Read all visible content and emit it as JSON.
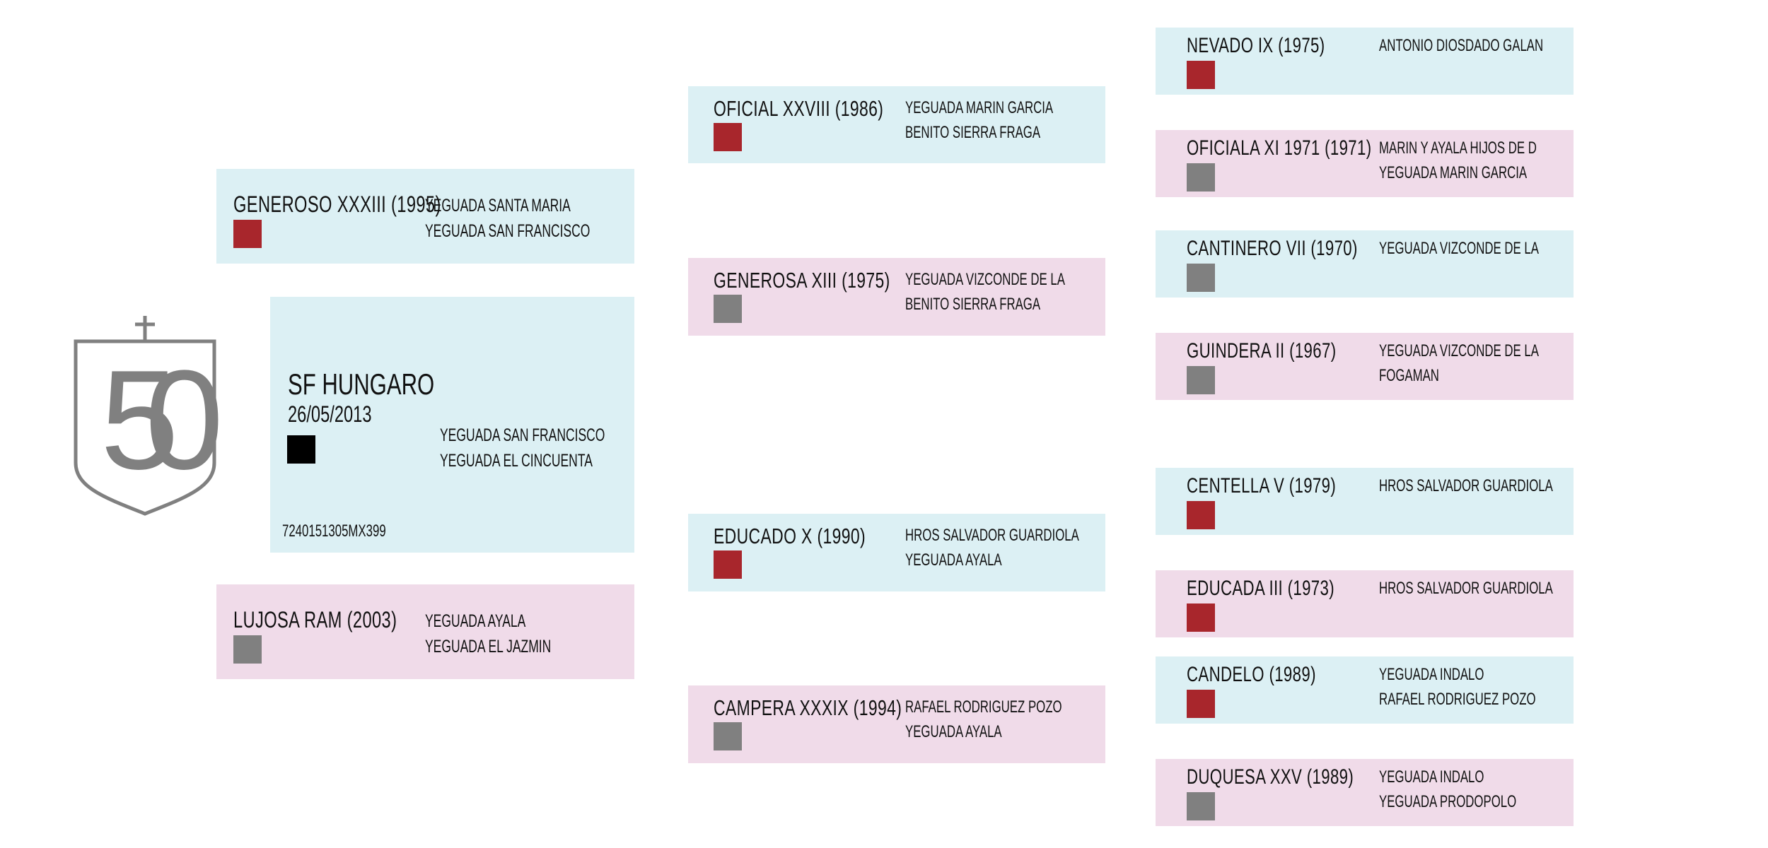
{
  "logo": {
    "numeral": "50",
    "color": "#808080"
  },
  "subject": {
    "name": "SF HUNGARO",
    "date": "26/05/2013",
    "breeder": "YEGUADA SAN FRANCISCO",
    "owner": "YEGUADA EL CINCUENTA",
    "chip": "724015130​5MX399",
    "coat_color": "#000000"
  },
  "colors": {
    "red": "#a8262c",
    "gray": "#808080",
    "black": "#000000",
    "blue_bg": "#dcf0f4",
    "pink_bg": "#f0dbe9"
  },
  "parents": [
    {
      "name": "GENEROSO XXXIII (1995)",
      "line1": "YEGUADA SANTA MARIA",
      "line2": "YEGUADA SAN FRANCISCO",
      "coat_color": "#a8262c"
    },
    {
      "name": "LUJOSA RAM (2003)",
      "line1": "YEGUADA AYALA",
      "line2": "YEGUADA EL JAZMIN",
      "coat_color": "#808080"
    }
  ],
  "grandparents": [
    {
      "name": "OFICIAL XXVIII (1986)",
      "line1": "YEGUADA MARIN GARCIA",
      "line2": "BENITO SIERRA FRAGA",
      "coat_color": "#a8262c"
    },
    {
      "name": "GENEROSA XIII (1975)",
      "line1": "YEGUADA VIZCONDE DE LA",
      "line2": "BENITO SIERRA FRAGA",
      "coat_color": "#808080"
    },
    {
      "name": "EDUCADO X (1990)",
      "line1": "HROS SALVADOR GUARDIOLA",
      "line2": "YEGUADA AYALA",
      "coat_color": "#a8262c"
    },
    {
      "name": "CAMPERA XXXIX (1994)",
      "line1": "RAFAEL RODRIGUEZ POZO",
      "line2": "YEGUADA AYALA",
      "coat_color": "#808080"
    }
  ],
  "great_grandparents": [
    {
      "name": "NEVADO IX (1975)",
      "line1": "ANTONIO DIOSDADO GALAN",
      "line2": "",
      "coat_color": "#a8262c"
    },
    {
      "name": "OFICIALA XI 1971 (1971)",
      "line1": "MARIN Y AYALA HIJOS DE D",
      "line2": "YEGUADA MARIN GARCIA",
      "coat_color": "#808080"
    },
    {
      "name": "CANTINERO VII (1970)",
      "line1": "YEGUADA VIZCONDE DE LA",
      "line2": "",
      "coat_color": "#808080"
    },
    {
      "name": "GUINDERA II (1967)",
      "line1": "YEGUADA VIZCONDE DE LA",
      "line2": "FOGAMAN",
      "coat_color": "#808080"
    },
    {
      "name": "CENTELLA V (1979)",
      "line1": "HROS SALVADOR GUARDIOLA",
      "line2": "",
      "coat_color": "#a8262c"
    },
    {
      "name": "EDUCADA III (1973)",
      "line1": "HROS SALVADOR GUARDIOLA",
      "line2": "",
      "coat_color": "#a8262c"
    },
    {
      "name": "CANDELO (1989)",
      "line1": "YEGUADA INDALO",
      "line2": "RAFAEL RODRIGUEZ POZO",
      "coat_color": "#a8262c"
    },
    {
      "name": "DUQUESA XXV (1989)",
      "line1": "YEGUADA INDALO",
      "line2": "YEGUADA PRODOPOLO",
      "coat_color": "#808080"
    }
  ]
}
